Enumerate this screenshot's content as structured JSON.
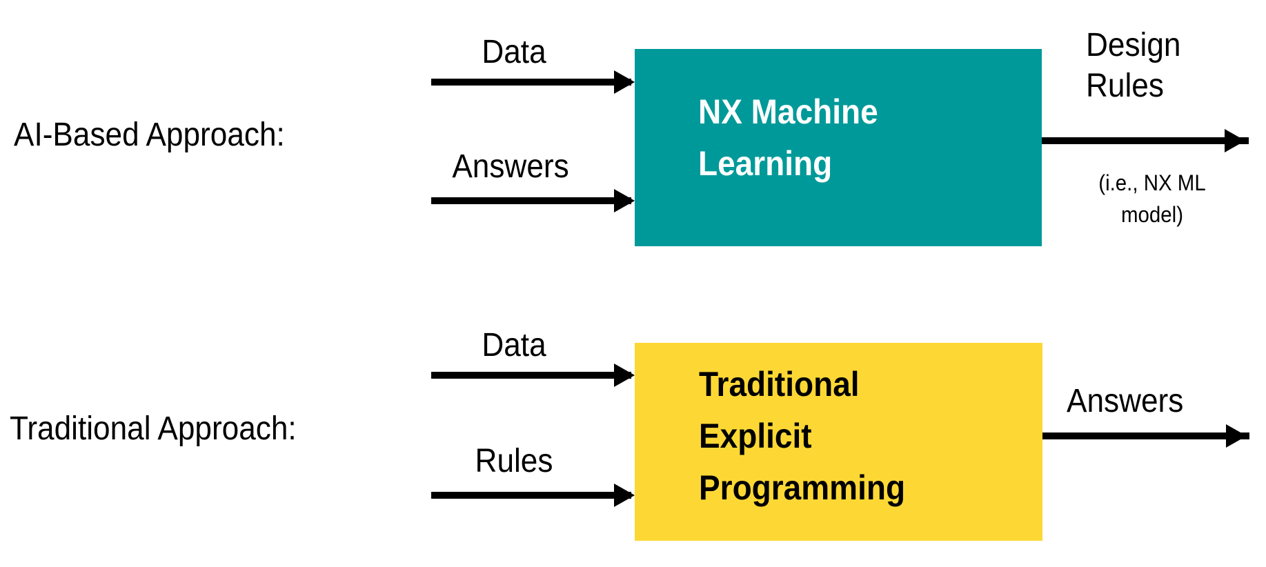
{
  "ai_row": {
    "label": "AI-Based Approach:",
    "input_1": "Data",
    "input_2": "Answers",
    "box_line_1": "NX Machine",
    "box_line_2": "Learning",
    "box_color": "#009999",
    "box_text_color": "#ffffff",
    "output_line_1": "Design",
    "output_line_2": "Rules",
    "output_note_line_1": "(i.e., NX ML",
    "output_note_line_2": "model)"
  },
  "traditional_row": {
    "label": "Traditional Approach:",
    "input_1": "Data",
    "input_2": "Rules",
    "box_line_1": "Traditional",
    "box_line_2": "Explicit",
    "box_line_3": "Programming",
    "box_color": "#fdd835",
    "box_text_color": "#000000",
    "output": "Answers"
  }
}
